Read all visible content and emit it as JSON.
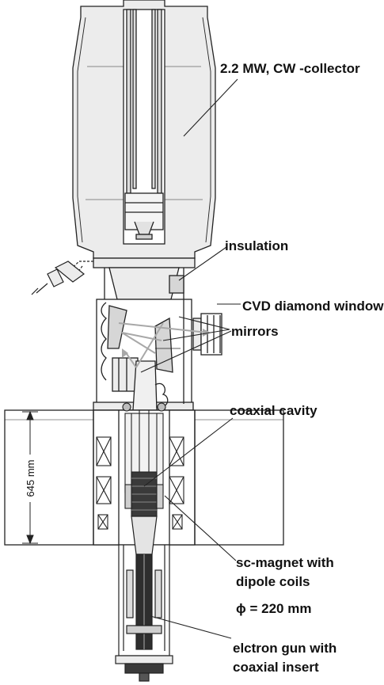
{
  "labels": {
    "collector": "2.2 MW, CW -collector",
    "insulation": "insulation",
    "window": "CVD diamond window",
    "mirrors": "mirrors",
    "cavity": "coaxial cavity",
    "magnet_line1": "sc-magnet with",
    "magnet_line2": "dipole coils",
    "magnet_line3": "ϕ = 220 mm",
    "gun_line1": "elctron gun with",
    "gun_line2": "coaxial insert"
  },
  "dimension": {
    "magnet_height": "645 mm"
  },
  "colors": {
    "line": "#222222",
    "fill_light": "#e9e9e9",
    "fill_mid": "#cfcfcf",
    "beam": "#a8a8a8"
  }
}
